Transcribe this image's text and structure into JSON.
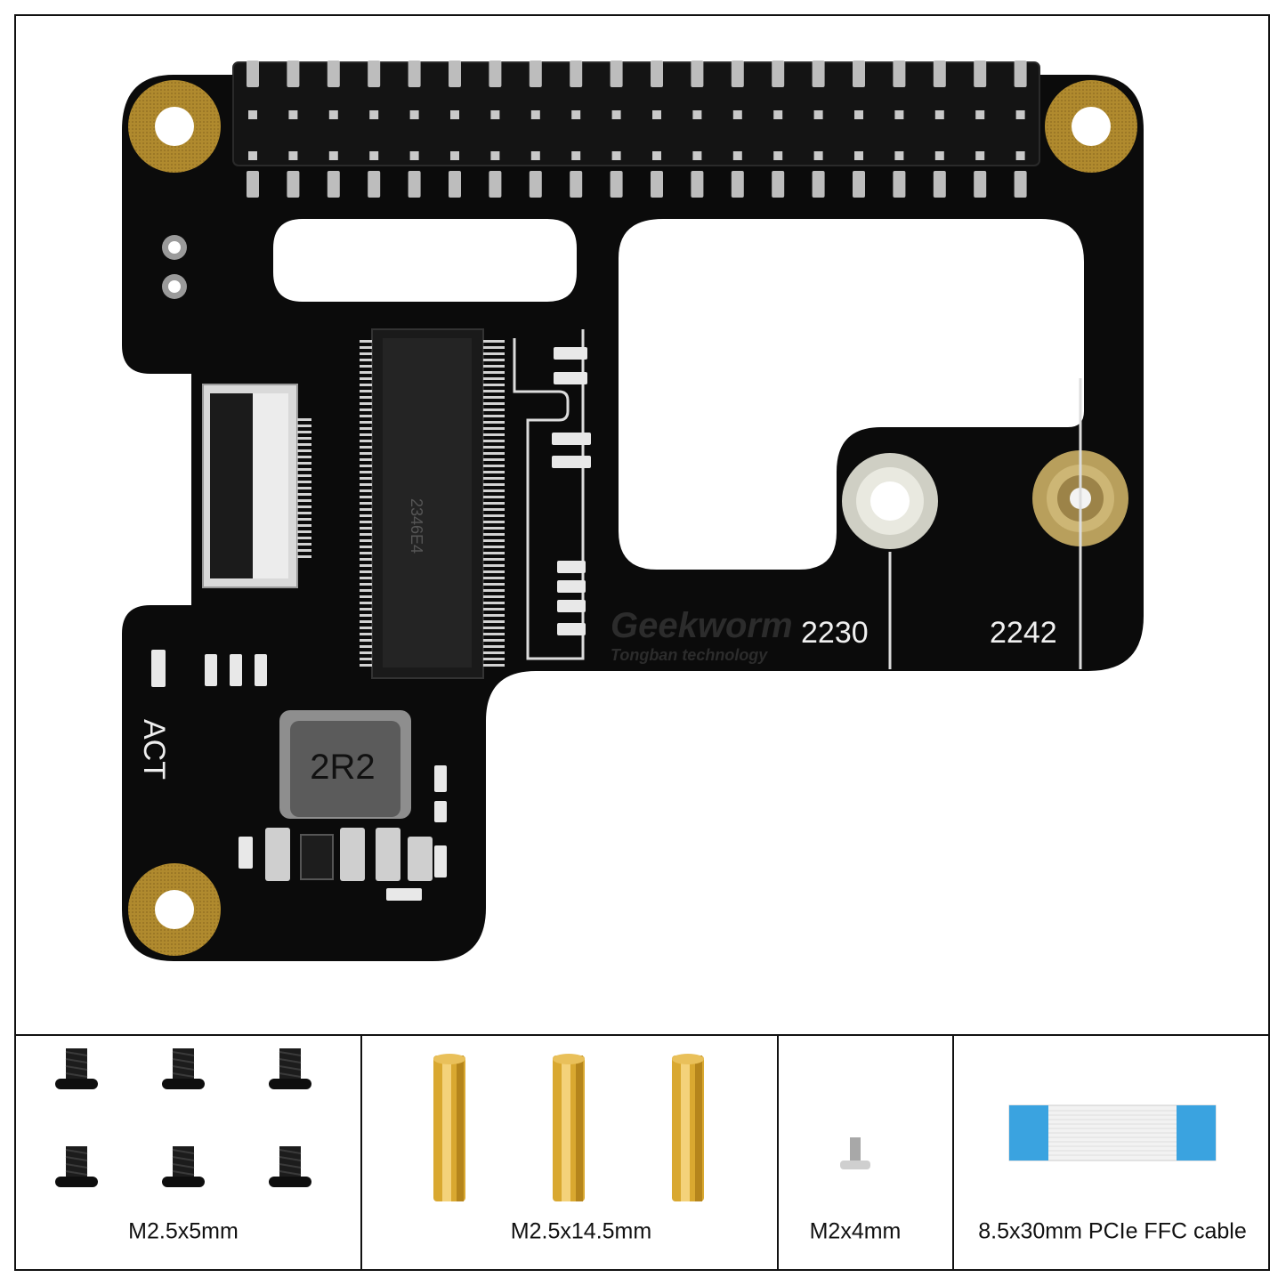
{
  "board": {
    "silkscreen_act": "ACT",
    "inductor_marking": "2R2",
    "m2_slot_marking": "2346E4",
    "logo_brand": "Geekworm",
    "logo_tagline": "Tongban technology",
    "size_2230": "2230",
    "size_2242": "2242"
  },
  "accessories": [
    {
      "label": "M2.5x5mm"
    },
    {
      "label": "M2.5x14.5mm"
    },
    {
      "label": "M2x4mm"
    },
    {
      "label": "8.5x30mm PCIe FFC cable"
    }
  ],
  "colors": {
    "pcb": "#0b0b0b",
    "pad_gold": "#b08a2e",
    "brass": "#d9a830",
    "ffc_blue": "#3aa3e0"
  }
}
